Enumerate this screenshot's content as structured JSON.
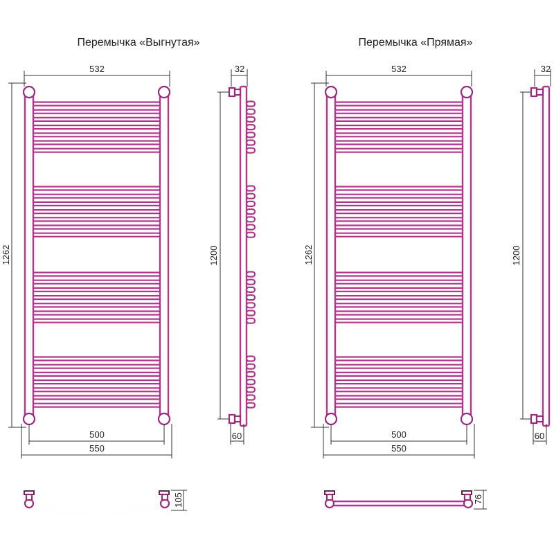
{
  "colors": {
    "outline": "#b0358c",
    "fitting": "#9a2a7c",
    "dimension": "#333333"
  },
  "variants": [
    {
      "title": "Перемычка «Выгнутая»",
      "front": {
        "top_width": "532",
        "height": "1262",
        "inner_width": "500",
        "outer_width": "550"
      },
      "side": {
        "depth": "32",
        "height": "1200",
        "offset": "60"
      },
      "bottom": {
        "depth": "105"
      }
    },
    {
      "title": "Перемычка «Прямая»",
      "front": {
        "top_width": "532",
        "height": "1262",
        "inner_width": "500",
        "outer_width": "550"
      },
      "side": {
        "depth": "32",
        "height": "1200",
        "offset": "60"
      },
      "bottom": {
        "depth": "76"
      }
    }
  ]
}
